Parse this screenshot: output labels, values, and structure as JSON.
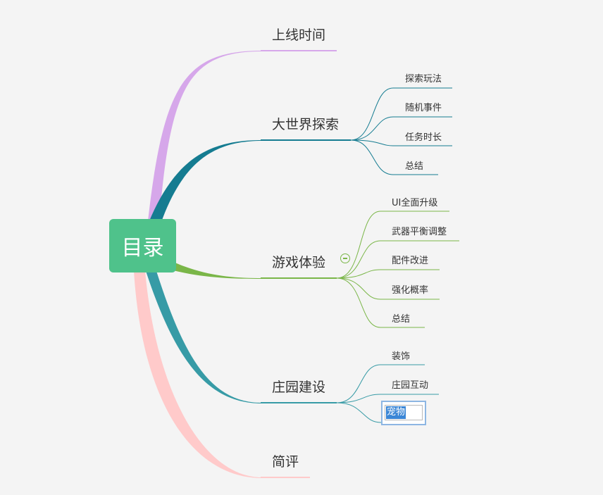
{
  "root": {
    "label": "目录",
    "color": "#4fc28b"
  },
  "branches": [
    {
      "label": "上线时间",
      "color": "#d6a7ea"
    },
    {
      "label": "大世界探索",
      "color": "#157c91",
      "children": [
        "探索玩法",
        "随机事件",
        "任务时长",
        "总结"
      ]
    },
    {
      "label": "游戏体验",
      "color": "#7ab648",
      "collapsible": true,
      "children": [
        "UI全面升级",
        "武器平衡调整",
        "配件改进",
        "强化概率",
        "总结"
      ]
    },
    {
      "label": "庄园建设",
      "color": "#379ba6",
      "children": [
        "装饰",
        "庄园互动"
      ],
      "editing": {
        "value": "宠物"
      }
    },
    {
      "label": "简评",
      "color": "#ffcaca"
    }
  ]
}
